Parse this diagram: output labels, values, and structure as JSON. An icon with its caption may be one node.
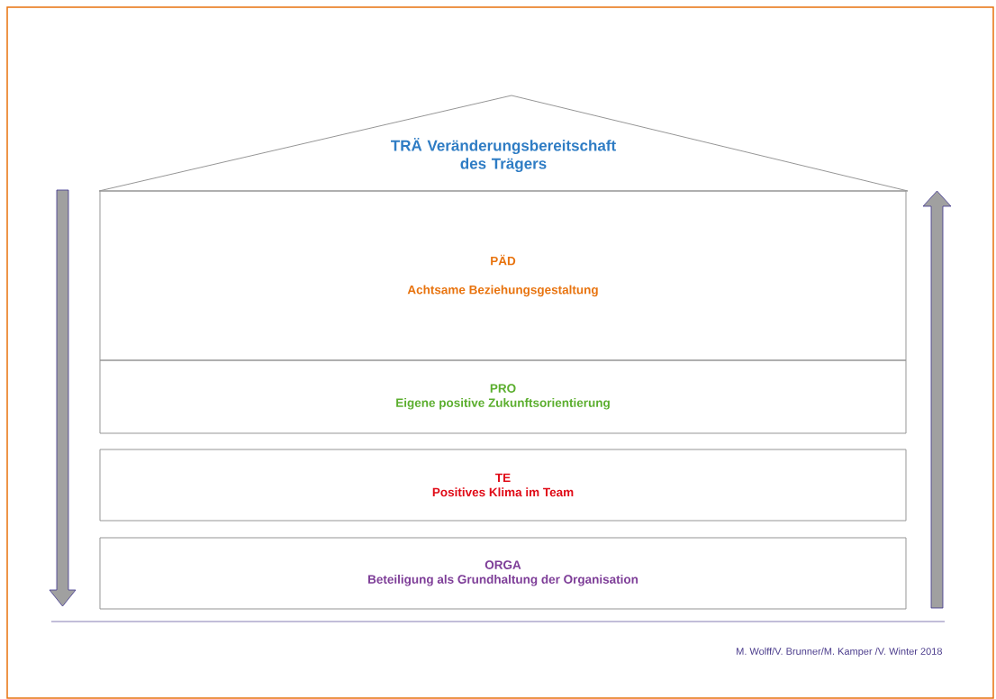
{
  "diagram": {
    "nodes": [
      {
        "text": [
          "TRÄ Veränderungsbereitschaft des Trägers"
        ]
      },
      {
        "text": [
          "PÄD",
          "Achtsame Beziehungsgestaltung"
        ]
      },
      {
        "text": [
          "PRO",
          "Eigene positive Zukunftsorientierung"
        ]
      },
      {
        "text": [
          "TE",
          "Positives Klima im Team"
        ]
      },
      {
        "text": [
          "ORGA",
          "Beteiligung als Grundhaltung der Organisation"
        ]
      }
    ],
    "labels": [
      "M. Wolff/V. Brunner/M. Kamper  /V. Winter 2018"
    ]
  }
}
